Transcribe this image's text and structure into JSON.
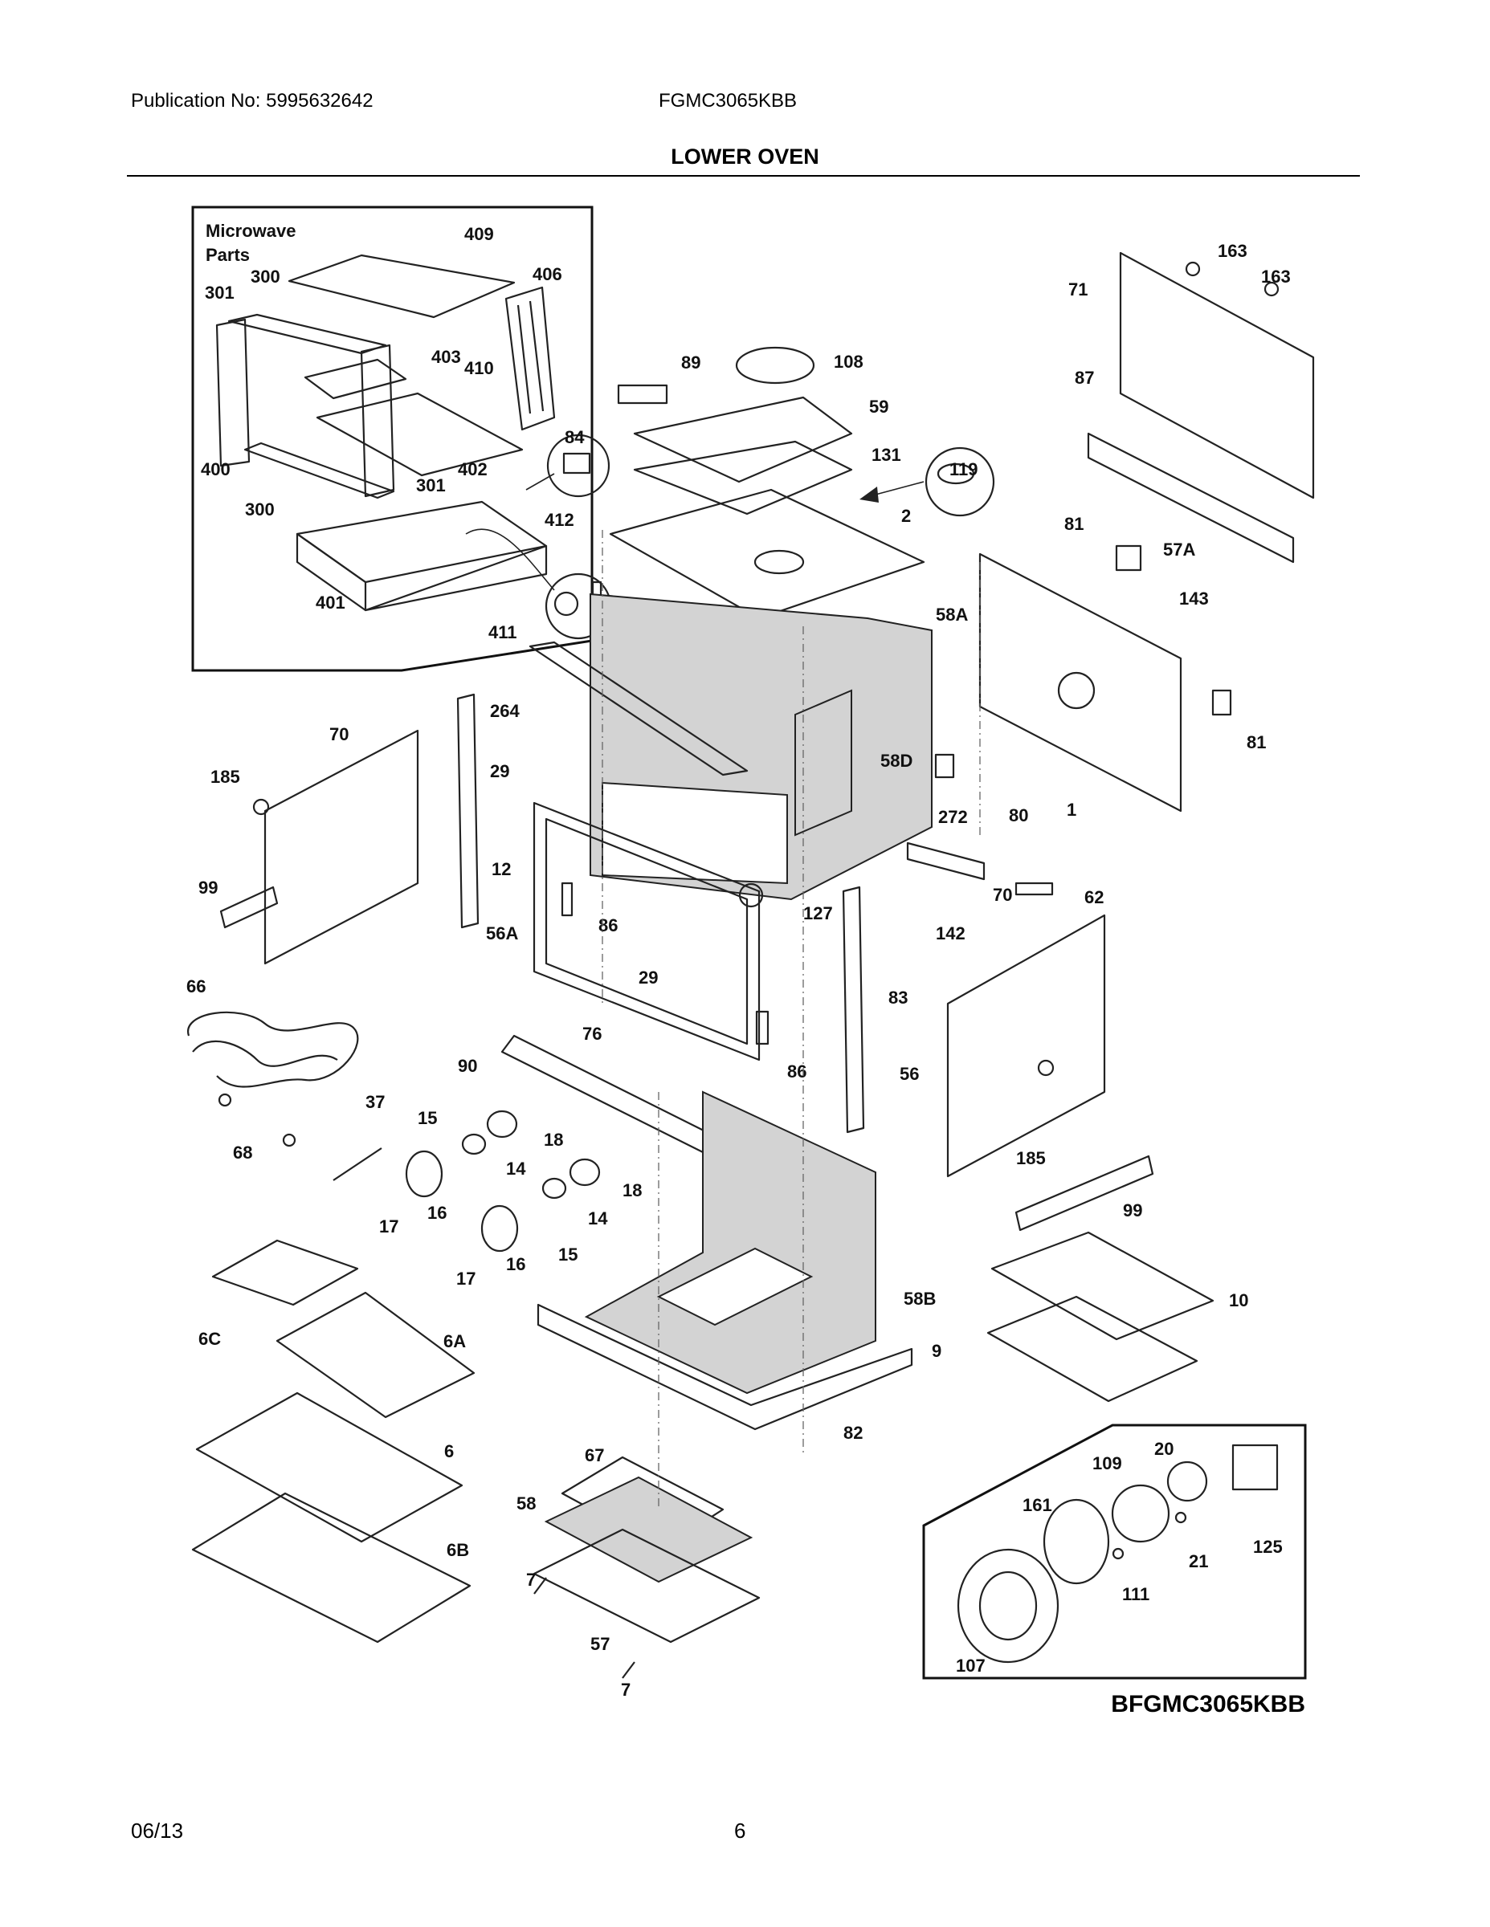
{
  "header": {
    "publication": "Publication No: 5995632642",
    "model": "FGMC3065KBB",
    "section_title": "LOWER OVEN"
  },
  "inset_microwave": {
    "title_line1": "Microwave",
    "title_line2": "Parts"
  },
  "callouts": {
    "c409": "409",
    "c300a": "300",
    "c301a": "301",
    "c406": "406",
    "c403": "403",
    "c410": "410",
    "c400": "400",
    "c402": "402",
    "c301b": "301",
    "c300b": "300",
    "c84": "84",
    "c412": "412",
    "c401": "401",
    "c411": "411",
    "c89": "89",
    "c108": "108",
    "c59": "59",
    "c131": "131",
    "c119": "119",
    "c2": "2",
    "c163a": "163",
    "c163b": "163",
    "c71": "71",
    "c87": "87",
    "c81a": "81",
    "c57A": "57A",
    "c143": "143",
    "c58A": "58A",
    "c81b": "81",
    "c264": "264",
    "c58D": "58D",
    "c272": "272",
    "c80": "80",
    "c1": "1",
    "c70a": "70",
    "c185a": "185",
    "c29a": "29",
    "c12": "12",
    "c99a": "99",
    "c56A": "56A",
    "c86a": "86",
    "c29b": "29",
    "c127": "127",
    "c62": "62",
    "c142": "142",
    "c70b": "70",
    "c66": "66",
    "c83": "83",
    "c76": "76",
    "c86b": "86",
    "c90": "90",
    "c56": "56",
    "c37": "37",
    "c15a": "15",
    "c18a": "18",
    "c14a": "14",
    "c68": "68",
    "c16a": "16",
    "c17a": "17",
    "c18b": "18",
    "c14b": "14",
    "c185b": "185",
    "c99b": "99",
    "c16b": "16",
    "c15b": "15",
    "c17b": "17",
    "c6C": "6C",
    "c58B": "58B",
    "c10": "10",
    "c6A": "6A",
    "c9": "9",
    "c6": "6",
    "c82": "82",
    "c67": "67",
    "c58": "58",
    "c6B": "6B",
    "c7a": "7",
    "c57": "57",
    "c7b": "7",
    "c109": "109",
    "c20": "20",
    "c161": "161",
    "c125": "125",
    "c21": "21",
    "c111": "111",
    "c107": "107"
  },
  "diagram_code": "BFGMC3065KBB",
  "footer": {
    "date": "06/13",
    "page": "6"
  }
}
